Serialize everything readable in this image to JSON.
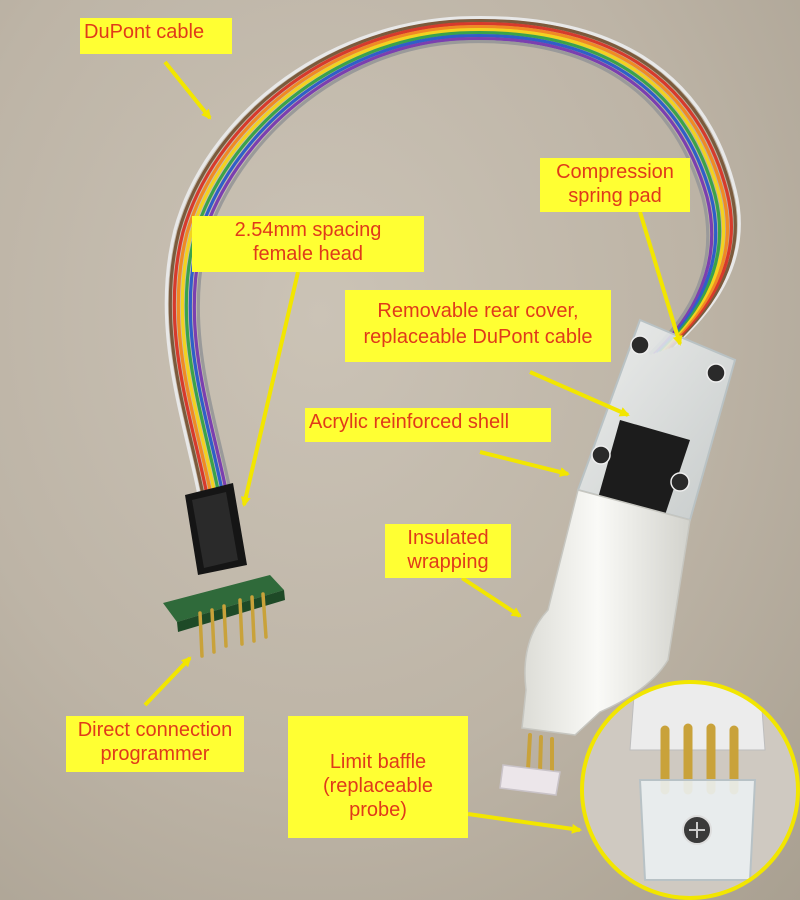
{
  "labels": {
    "dupont_cable": "DuPont cable",
    "compression_spring_pad": "Compression\nspring pad",
    "female_head": "2.54mm spacing\nfemale head",
    "rear_cover": "Removable rear cover,\nreplaceable DuPont cable",
    "acrylic_shell": "Acrylic reinforced shell",
    "insulated_wrapping": "Insulated\nwrapping",
    "direct_connection": "Direct connection\nprogrammer",
    "limit_baffle": "Limit baffle\n(replaceable probe)"
  },
  "colors": {
    "label_background": "#ffff33",
    "label_text": "#e03a1a",
    "arrow": "#f2e600"
  }
}
